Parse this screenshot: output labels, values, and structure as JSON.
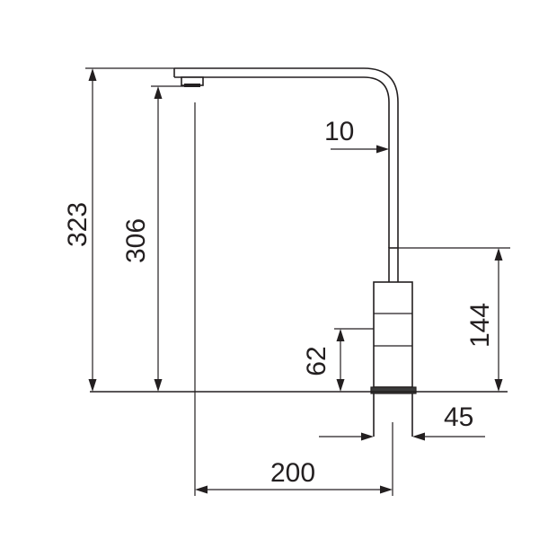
{
  "diagram": {
    "dimensions": {
      "overall_height": "323",
      "spout_height": "306",
      "pipe_diameter": "10",
      "body_height": "144",
      "base_height": "62",
      "base_width": "45",
      "reach": "200"
    },
    "colors": {
      "line": "#231f20",
      "background": "#ffffff",
      "base_fill": "#3a3a3a"
    }
  }
}
